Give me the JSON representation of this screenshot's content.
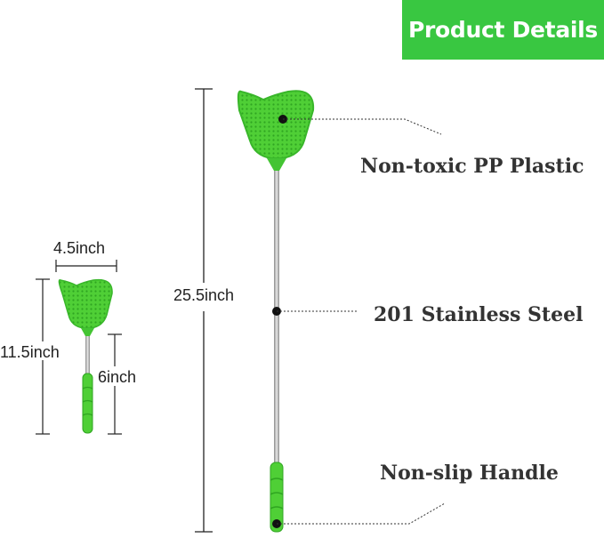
{
  "banner": {
    "title": "Product Details",
    "color": "#39c741"
  },
  "callouts": {
    "head": "Non-toxic PP Plastic",
    "rod": "201 Stainless Steel",
    "handle": "Non-slip Handle"
  },
  "large_swatter": {
    "total_length": "25.5inch"
  },
  "small_swatter": {
    "head_width": "4.5inch",
    "total_length": "11.5inch",
    "handle_length": "6inch"
  },
  "colors": {
    "plastic": "#4fcf36",
    "plastic_dark": "#2fa521",
    "steel": "#b9b9b9"
  }
}
